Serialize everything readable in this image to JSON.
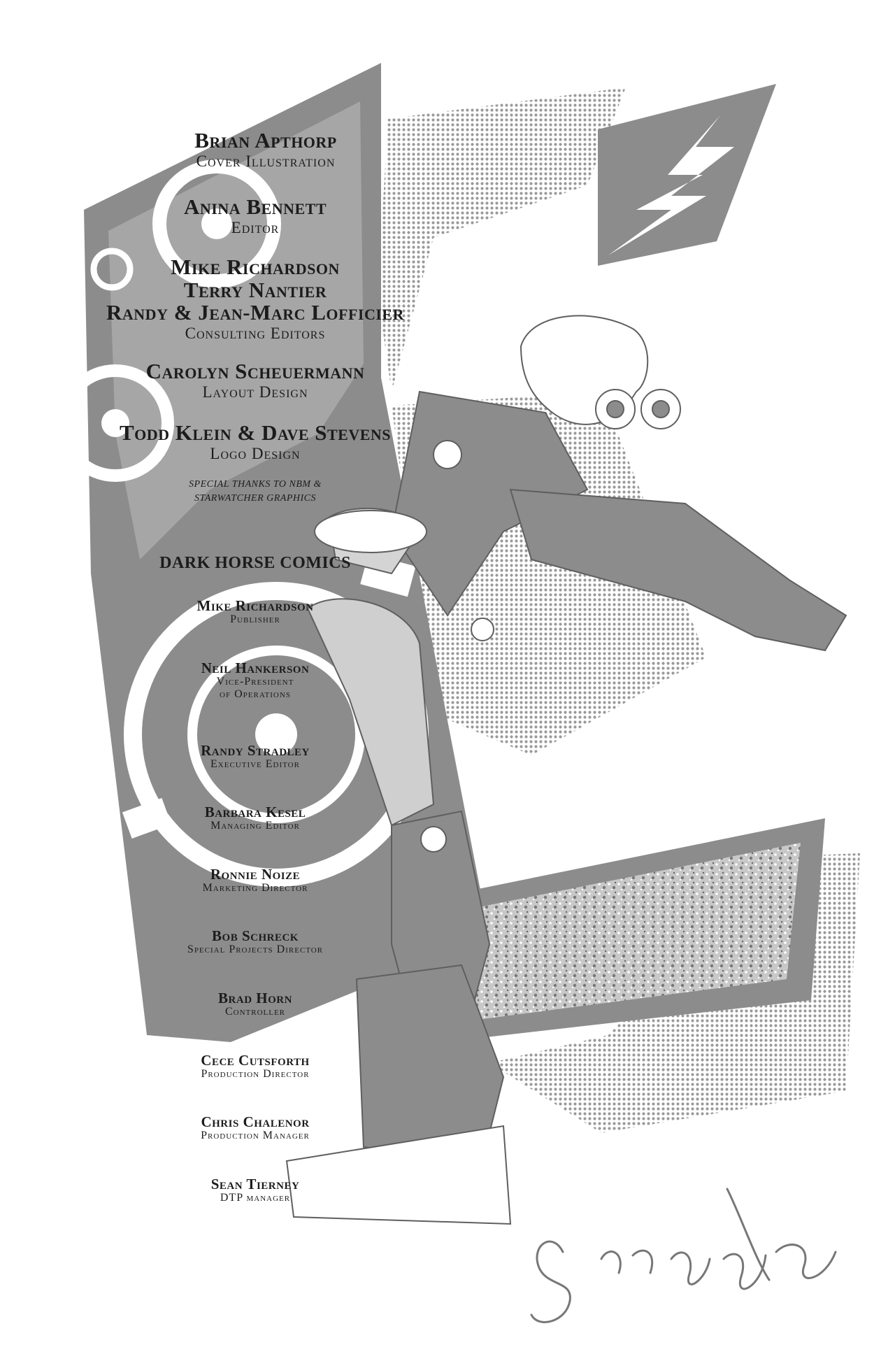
{
  "credits_top": [
    {
      "names": [
        "Brian Apthorp"
      ],
      "role": [
        "Cover Illustration"
      ]
    },
    {
      "names": [
        "Anina Bennett"
      ],
      "role": [
        "Editor"
      ]
    },
    {
      "names": [
        "Mike Richardson",
        "Terry Nantier",
        "Randy & Jean-Marc Lofficier"
      ],
      "role": [
        "Consulting Editors"
      ]
    },
    {
      "names": [
        "Carolyn Scheuermann"
      ],
      "role": [
        "Layout Design"
      ]
    },
    {
      "names": [
        "Todd Klein & Dave Stevens"
      ],
      "role": [
        "Logo Design"
      ]
    }
  ],
  "special_thanks": [
    "Special thanks to NBM &",
    "Starwatcher Graphics"
  ],
  "publisher": "DARK HORSE COMICS",
  "staff": [
    {
      "name": "Mike Richardson",
      "role": [
        "Publisher"
      ]
    },
    {
      "name": "Neil Hankerson",
      "role": [
        "Vice-President",
        "of Operations"
      ]
    },
    {
      "name": "Randy Stradley",
      "role": [
        "Executive Editor"
      ]
    },
    {
      "name": "Barbara Kesel",
      "role": [
        "Managing Editor"
      ]
    },
    {
      "name": "Ronnie Noize",
      "role": [
        "Marketing Director"
      ]
    },
    {
      "name": "Bob Schreck",
      "role": [
        "Special Projects Director"
      ]
    },
    {
      "name": "Brad Horn",
      "role": [
        "Controller"
      ]
    },
    {
      "name": "Cece Cutsforth",
      "role": [
        "Production Director"
      ]
    },
    {
      "name": "Chris Chalenor",
      "role": [
        "Production Manager"
      ]
    },
    {
      "name": "Sean Tierney",
      "role": [
        "DTP manager"
      ]
    }
  ],
  "signature": "Gnappo",
  "colors": {
    "art_gray": "#8c8c8c",
    "light_gray": "#d4d4d4",
    "ink": "#1c1c1c"
  }
}
